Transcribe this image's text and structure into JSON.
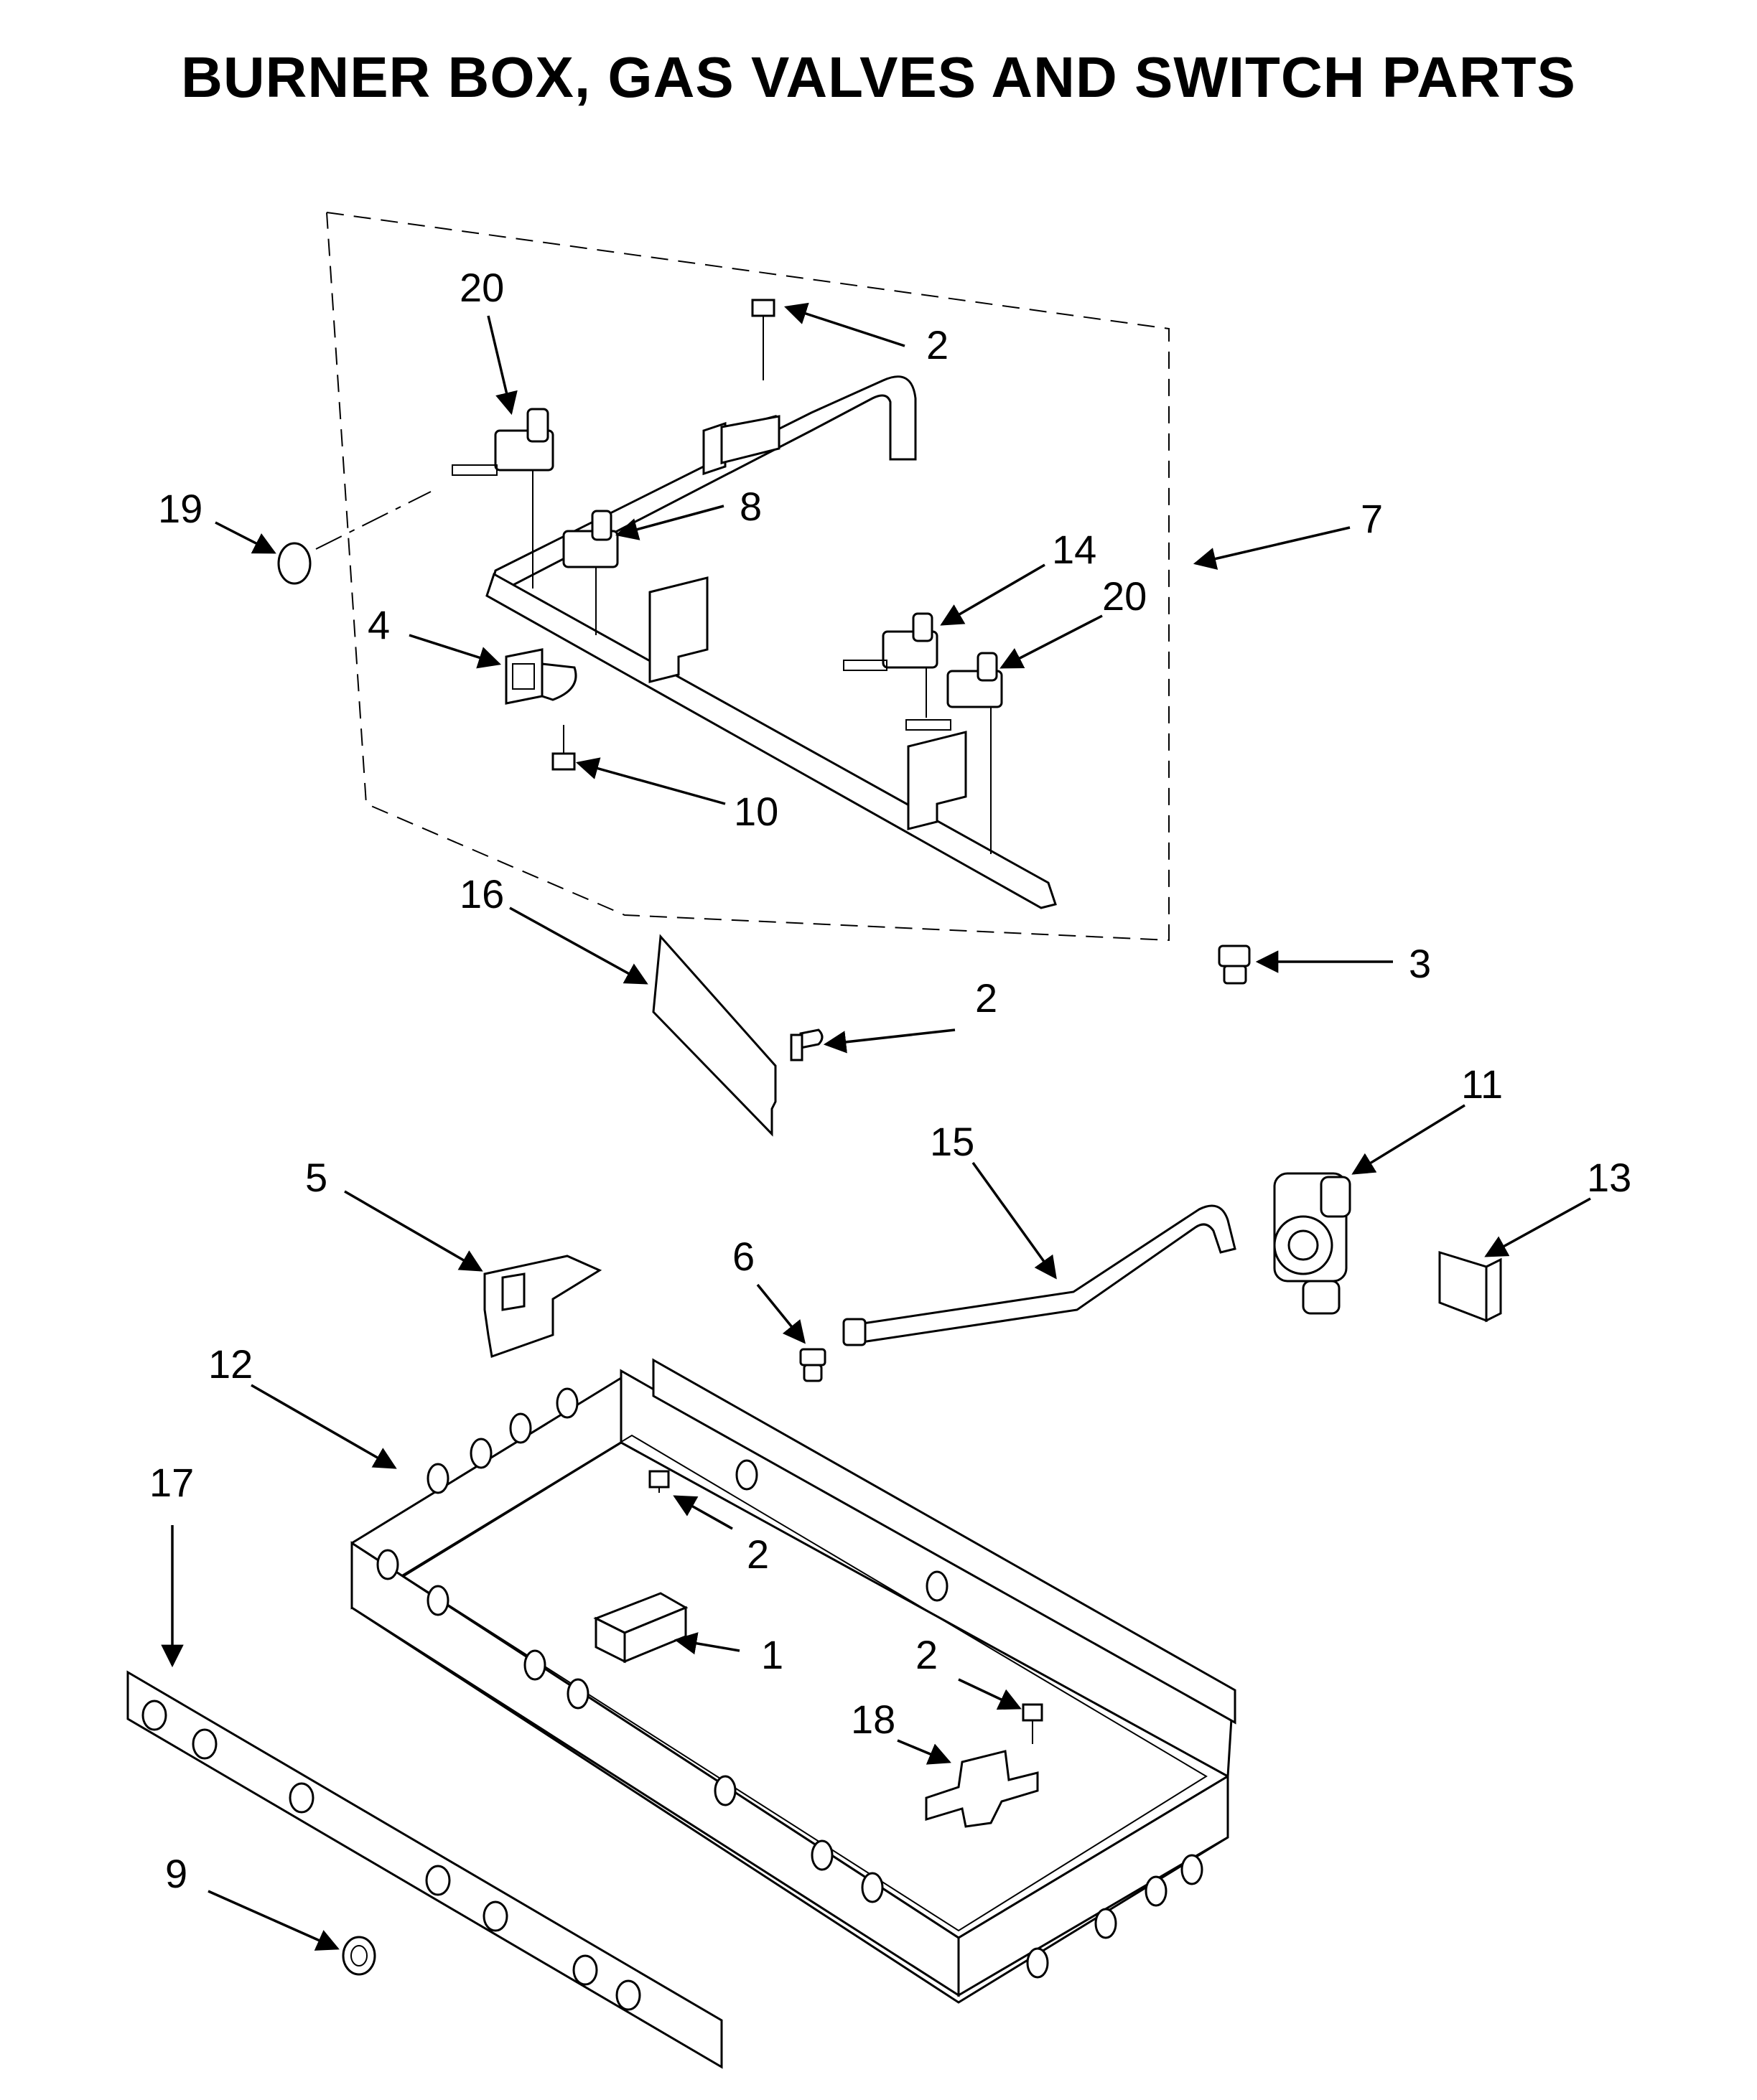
{
  "title": "BURNER BOX, GAS VALVES AND SWITCH PARTS",
  "callouts": [
    "20",
    "2",
    "19",
    "8",
    "7",
    "4",
    "14",
    "20",
    "10",
    "16",
    "3",
    "2",
    "11",
    "15",
    "5",
    "6",
    "13",
    "12",
    "17",
    "2",
    "1",
    "2",
    "18",
    "9"
  ],
  "colors": {
    "line": "#000000",
    "background": "#ffffff"
  }
}
